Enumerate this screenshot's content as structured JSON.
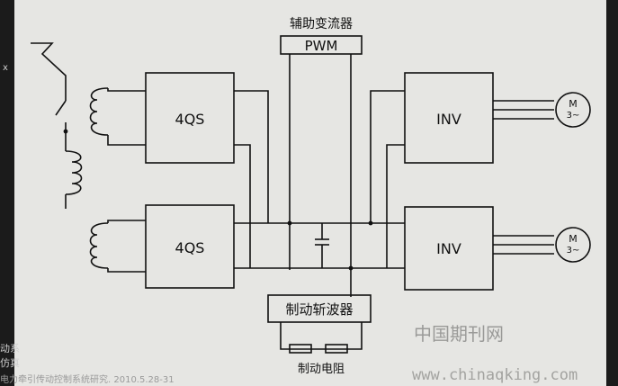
{
  "diagram": {
    "aux_converter_label": "辅助变流器",
    "pwm_label": "PWM",
    "rectifier_top_label": "4QS",
    "rectifier_bottom_label": "4QS",
    "inverter_top_label": "INV",
    "inverter_bottom_label": "INV",
    "motor_top_label": "M",
    "motor_top_sub": "3~",
    "motor_bottom_label": "M",
    "motor_bottom_sub": "3~",
    "brake_chopper_label": "制动斩波器",
    "brake_resistor_label": "制动电阻"
  },
  "watermark": {
    "site_name_cn": "中国期刊网",
    "site_url": "www.chinaqking.com"
  },
  "edge_fragments": {
    "left_line_1": "动系",
    "left_line_2": "仿真",
    "bottom_line": "电力牵引传动控制系统研究. 2010.5.28-31",
    "side_mark": "x"
  },
  "colors": {
    "paper": "#e6e6e3",
    "ink": "#111111",
    "frame": "#1b1b1b",
    "watermark": "#9a9a98"
  }
}
